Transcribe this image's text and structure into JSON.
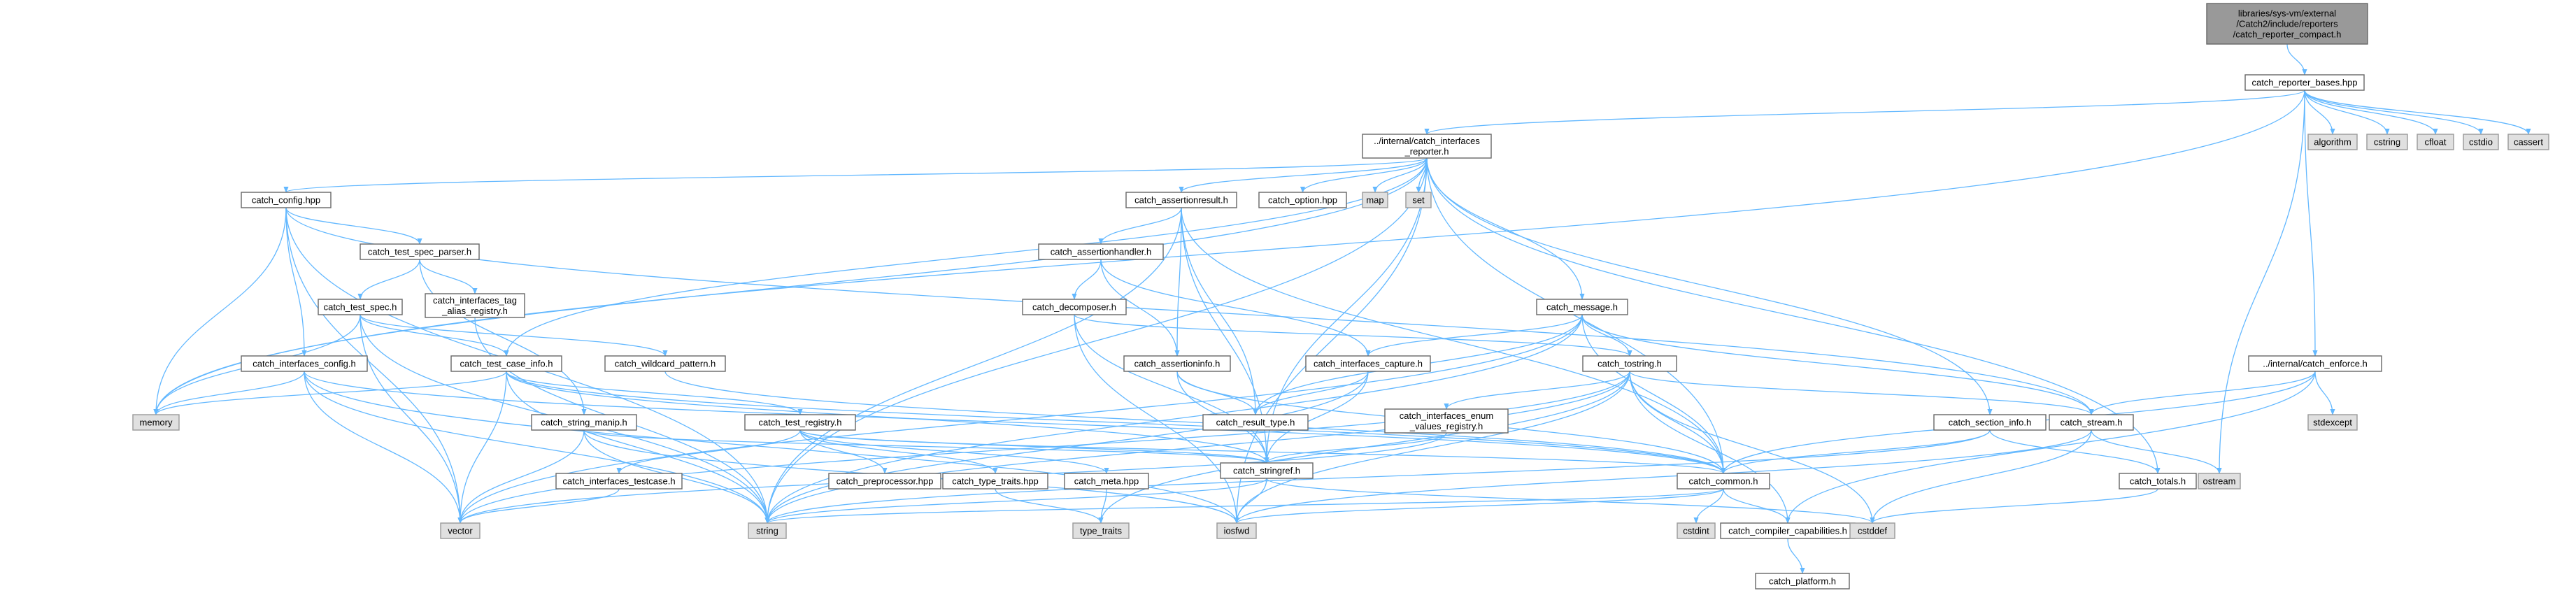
{
  "nodes": {
    "root": [
      "libraries/sys-vm/external",
      "/Catch2/include/reporters",
      "/catch_reporter_compact.h"
    ],
    "reporter_bases": [
      "catch_reporter_bases.hpp"
    ],
    "iface_reporter": [
      "../internal/catch_interfaces",
      "_reporter.h"
    ],
    "internal_enforce": [
      "../internal/catch_enforce.h"
    ],
    "config": [
      "catch_config.hpp"
    ],
    "assertionresult": [
      "catch_assertionresult.h"
    ],
    "option": [
      "catch_option.hpp"
    ],
    "map": [
      "map"
    ],
    "set": [
      "set"
    ],
    "algorithm": [
      "algorithm"
    ],
    "cstring": [
      "cstring"
    ],
    "cfloat": [
      "cfloat"
    ],
    "cstdio": [
      "cstdio"
    ],
    "cassert": [
      "cassert"
    ],
    "test_spec_parser": [
      "catch_test_spec_parser.h"
    ],
    "assertionhandler": [
      "catch_assertionhandler.h"
    ],
    "test_spec": [
      "catch_test_spec.h"
    ],
    "tag_alias": [
      "catch_interfaces_tag",
      "_alias_registry.h"
    ],
    "decomposer": [
      "catch_decomposer.h"
    ],
    "message": [
      "catch_message.h"
    ],
    "interfaces_config": [
      "catch_interfaces_config.h"
    ],
    "test_case_info": [
      "catch_test_case_info.h"
    ],
    "wildcard": [
      "catch_wildcard_pattern.h"
    ],
    "assertioninfo": [
      "catch_assertioninfo.h"
    ],
    "interfaces_capture": [
      "catch_interfaces_capture.h"
    ],
    "tostring": [
      "catch_tostring.h"
    ],
    "stdexcept": [
      "stdexcept"
    ],
    "memory": [
      "memory"
    ],
    "test_registry": [
      "catch_test_registry.h"
    ],
    "result_type": [
      "catch_result_type.h"
    ],
    "enum_registry": [
      "catch_interfaces_enum",
      "_values_registry.h"
    ],
    "section_info": [
      "catch_section_info.h"
    ],
    "stream": [
      "catch_stream.h"
    ],
    "string_manip": [
      "catch_string_manip.h"
    ],
    "testcase": [
      "catch_interfaces_testcase.h"
    ],
    "preprocessor": [
      "catch_preprocessor.hpp"
    ],
    "type_traits_hpp": [
      "catch_type_traits.hpp"
    ],
    "meta": [
      "catch_meta.hpp"
    ],
    "stringref": [
      "catch_stringref.h"
    ],
    "common": [
      "catch_common.h"
    ],
    "totals": [
      "catch_totals.h"
    ],
    "ostream": [
      "ostream"
    ],
    "vector": [
      "vector"
    ],
    "string": [
      "string"
    ],
    "type_traits": [
      "type_traits"
    ],
    "iosfwd": [
      "iosfwd"
    ],
    "cstdint": [
      "cstdint"
    ],
    "compiler_caps": [
      "catch_compiler_capabilities.h"
    ],
    "cstddef": [
      "cstddef"
    ],
    "platform": [
      "catch_platform.h"
    ]
  },
  "colors": {
    "edge": "#63b8ff",
    "root_fill": "#999999",
    "system_fill": "#e0e0e0",
    "border": "#666666"
  }
}
